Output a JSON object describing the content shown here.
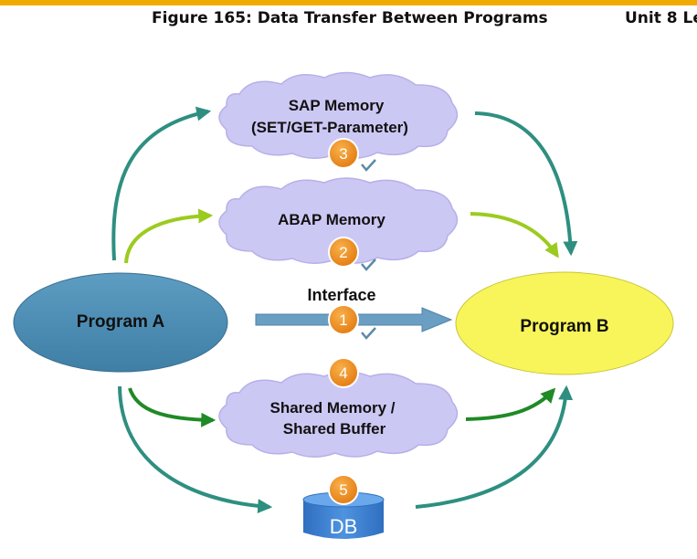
{
  "header": {
    "figure_title": "Figure 165: Data Transfer Between Programs",
    "unit_label": "Unit 8 Le"
  },
  "nodes": {
    "program_a": "Program A",
    "program_b": "Program B",
    "sap_memory_line1": "SAP Memory",
    "sap_memory_line2": "(SET/GET-Parameter)",
    "abap_memory": "ABAP Memory",
    "interface": "Interface",
    "shared_memory_line1": "Shared Memory /",
    "shared_memory_line2": "Shared Buffer",
    "db": "DB"
  },
  "badges": {
    "interface": "1",
    "abap_memory": "2",
    "sap_memory": "3",
    "shared_memory": "4",
    "db": "5"
  },
  "colors": {
    "accent_bar": "#f0ab00",
    "program_a_fill": "#4f8fb5",
    "program_b_fill": "#f8f55a",
    "cloud_fill": "#ccc8f4",
    "badge_fill": "#f28c1a",
    "teal_arrow": "#2e8f80",
    "lime_arrow": "#9ccb1f",
    "green_arrow": "#1f8a26",
    "interface_arrow": "#6a9fc3",
    "db_fill": "#3a7fd0",
    "checkmark": "#5a8aa8"
  }
}
